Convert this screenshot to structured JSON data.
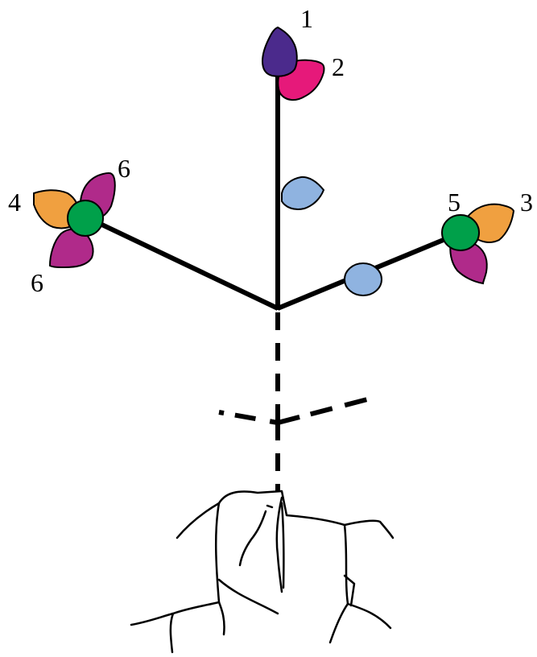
{
  "labels": {
    "top_apex": "1",
    "top_side": "2",
    "right_branch_outer": "3",
    "left_branch_outer": "4",
    "right_branch_center": "5",
    "left_branch_upper": "6",
    "left_branch_lower": "6"
  },
  "colors": {
    "dark_purple": "#4B2A8C",
    "pink": "#E6197A",
    "light_blue": "#8FB3E0",
    "orange": "#F0A040",
    "magenta": "#B02A8A",
    "green": "#00A04A",
    "line": "#000000"
  }
}
